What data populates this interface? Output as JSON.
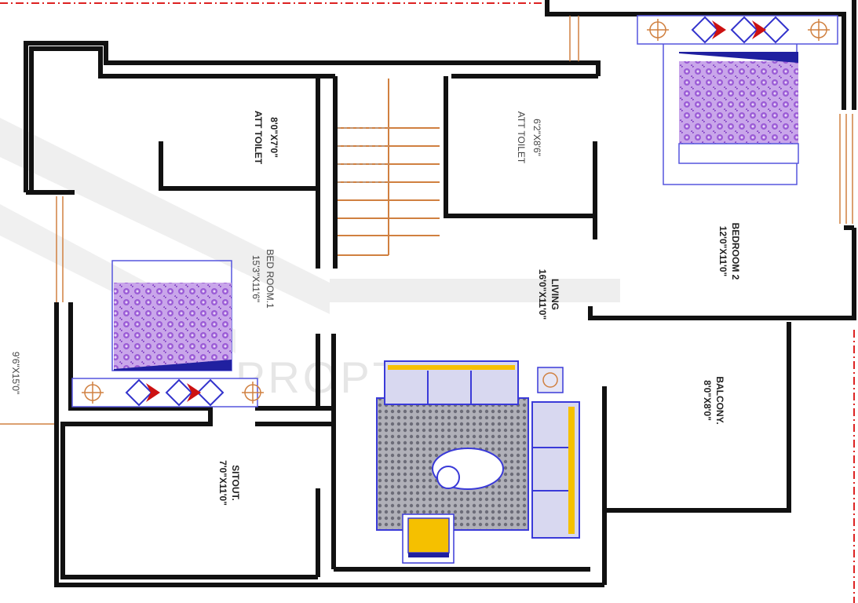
{
  "rooms": {
    "att_toilet_1": {
      "name": "ATT TOILET",
      "size": "8'0\"X7'0\""
    },
    "att_toilet_2": {
      "name": "ATT TOILET",
      "size": "6'2\"X8'6\""
    },
    "bedroom_1": {
      "name": "BED ROOM.1",
      "size": "15'3\"X11'6\""
    },
    "living": {
      "name": "LIVING",
      "size": "16'0\"X11'0\""
    },
    "bedroom_2": {
      "name": "BEDROOM 2",
      "size": "12'0\"X11'0\""
    },
    "sitout": {
      "name": "SITOUT.",
      "size": "7'0\"X11'0\""
    },
    "balcony": {
      "name": "BALCONY.",
      "size": "8'0\"X8'0\""
    },
    "left_dimension": "9'6\"X15'0\""
  },
  "watermark": "PROPTIGER",
  "colors": {
    "wall": "#111111",
    "bed_fill": "#a070d0",
    "stair": "#d08040",
    "furniture_outline": "#3a3ad8",
    "sofa_accent": "#f5c000",
    "pillow_red": "#cc1111",
    "border_red": "#dd2222"
  }
}
